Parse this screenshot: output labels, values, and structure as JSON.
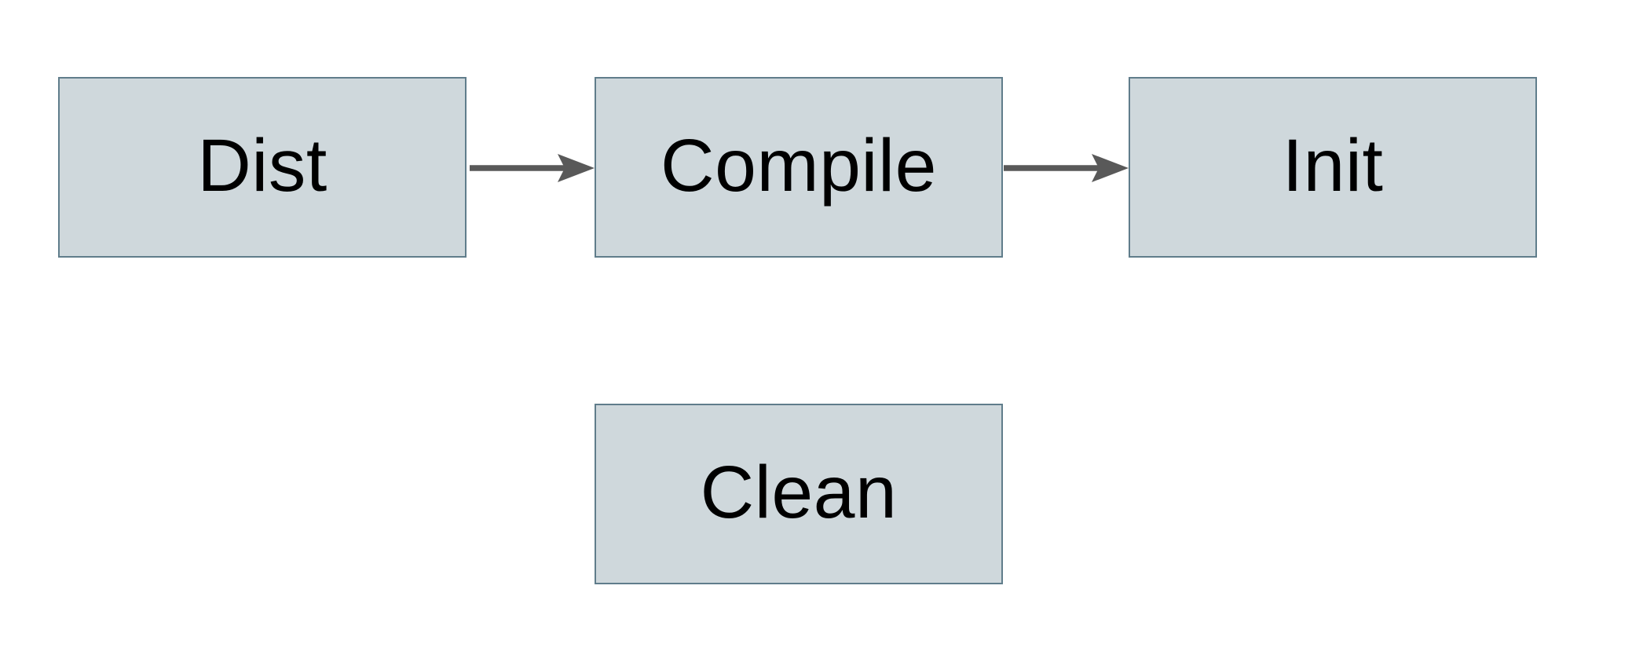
{
  "diagram": {
    "nodes": [
      {
        "id": "dist",
        "label": "Dist"
      },
      {
        "id": "compile",
        "label": "Compile"
      },
      {
        "id": "init",
        "label": "Init"
      },
      {
        "id": "clean",
        "label": "Clean"
      }
    ],
    "edges": [
      {
        "from": "Dist",
        "to": "Compile",
        "style": "solid-arrow"
      },
      {
        "from": "Compile",
        "to": "Init",
        "style": "solid-arrow"
      }
    ]
  },
  "colors": {
    "canvas-bg": "#ffffff",
    "node-fill": "#cfd8dc",
    "node-border": "#607d8b",
    "arrow": "#595959",
    "text": "#000000"
  }
}
